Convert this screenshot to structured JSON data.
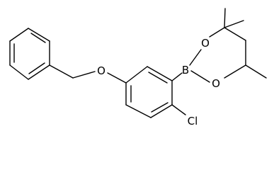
{
  "molecule": {
    "atom_labels": {
      "ether_oxygen": "O",
      "boron": "B",
      "ring_oxygen_upper": "O",
      "ring_oxygen_lower": "O",
      "chlorine": "Cl"
    }
  }
}
